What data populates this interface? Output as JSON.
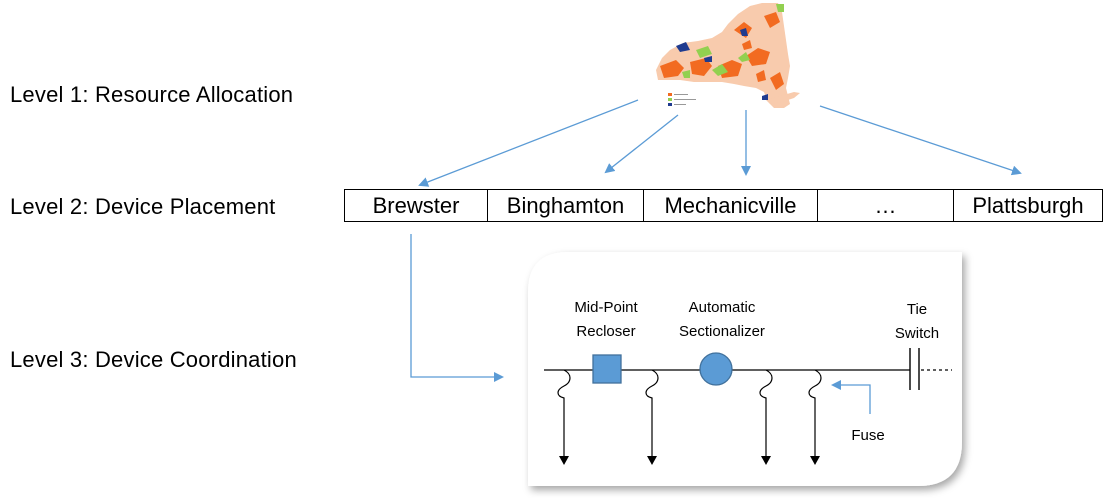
{
  "levels": {
    "level1": "Level 1: Resource Allocation",
    "level2": "Level 2: Device Placement",
    "level3": "Level 3: Device Coordination"
  },
  "cities": [
    "Brewster",
    "Binghamton",
    "Mechanicville",
    "…",
    "Plattsburgh"
  ],
  "circuit": {
    "recloser_label_line1": "Mid-Point",
    "recloser_label_line2": "Recloser",
    "sectionalizer_label_line1": "Automatic",
    "sectionalizer_label_line2": "Sectionalizer",
    "tie_switch_label_line1": "Tie",
    "tie_switch_label_line2": "Switch",
    "fuse_label": "Fuse"
  },
  "colors": {
    "arrow": "#5b9bd5",
    "device_fill": "#5b9bd5",
    "device_stroke": "#41719c",
    "map_base": "#f8cbad",
    "map_orange": "#f26b21",
    "map_green": "#92d050",
    "map_blue": "#1f3b8f"
  }
}
